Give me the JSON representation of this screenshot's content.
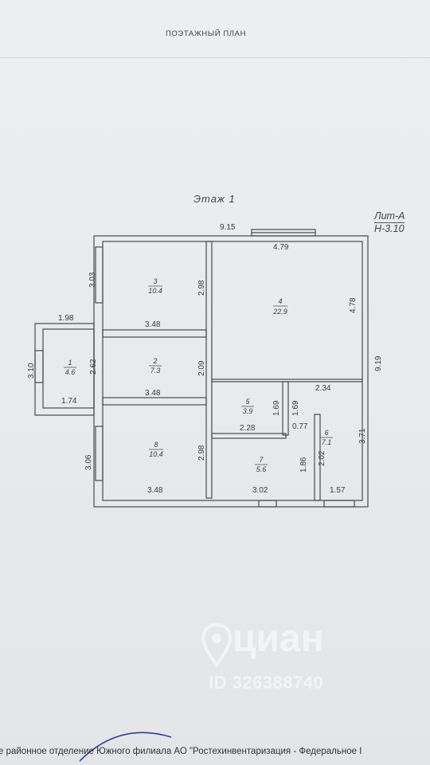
{
  "document": {
    "header": "ПОЭТАЖНЫЙ ПЛАН",
    "floor_label": "Этаж 1",
    "lit_line1": "Лит-А",
    "lit_line2": "Н-3.10",
    "footer": "е районное отделение Южного филиала АО \"Ростехинвентаризация - Федеральное I"
  },
  "dimensions": {
    "top_total": "9.15",
    "room4_top": "4.79",
    "right_total": "9.19",
    "room4_right": "4.78",
    "room3_left": "3.03",
    "room3_right": "2.98",
    "room3_bottom": "3.48",
    "room2_right": "2.09",
    "room2_bottom": "3.48",
    "room2_left": "2.62",
    "room1_top": "1.98",
    "room1_left": "3.10",
    "room1_bottom": "1.74",
    "room8_left": "3.06",
    "room8_right": "2.98",
    "room8_bottom": "3.48",
    "room5_right": "1.69",
    "room5_divider": "1.69",
    "room5_bottom": "2.28",
    "room6_top": "2.34",
    "room6_gap": "0.77",
    "room6_left": "2.02",
    "room6_right": "3.71",
    "room7_right": "1.86",
    "room7_bottom": "3.02",
    "room6_bottom": "1.57"
  },
  "rooms": [
    {
      "number": "1",
      "area": "4.6"
    },
    {
      "number": "2",
      "area": "7.3"
    },
    {
      "number": "3",
      "area": "10.4"
    },
    {
      "number": "4",
      "area": "22.9"
    },
    {
      "number": "5",
      "area": "3.9"
    },
    {
      "number": "6",
      "area": "7.1"
    },
    {
      "number": "7",
      "area": "5.6"
    },
    {
      "number": "8",
      "area": "10.4"
    }
  ],
  "watermark": {
    "brand": "циан",
    "id": "ID 326388740"
  },
  "colors": {
    "line": "#4a4a4a",
    "paper": "#eceef1"
  }
}
